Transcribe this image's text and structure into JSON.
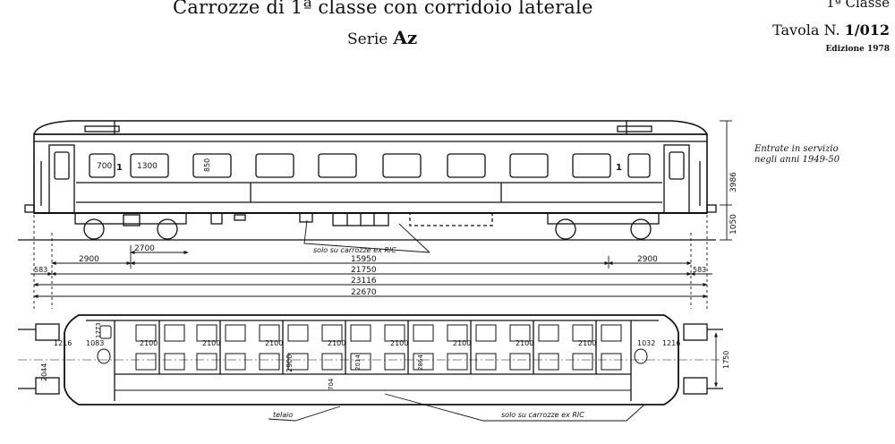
{
  "header": {
    "title": "Carrozze di 1ª classe con corridoio laterale",
    "series_label": "Serie",
    "series_code": "Az",
    "class_label": "1ª Classe",
    "table_label": "Tavola N.",
    "table_number": "1/012",
    "edition": "Edizione 1978"
  },
  "notes": {
    "service_line1": "Entrate in servizio",
    "service_line2": "negli anni 1949-50",
    "ric_side": "solo su carrozze ex RIC",
    "ric_plan": "solo su carrozze ex RIC",
    "frame": "telaio"
  },
  "side_view": {
    "class_numbers": [
      "1",
      "1"
    ],
    "window_width": "700",
    "window_pitch": "1300",
    "window_height": "850",
    "height_total": "3986",
    "floor_height": "1050"
  },
  "dimensions": {
    "bogie_offset": "2700",
    "end_left": "2900",
    "bogie_pitch": "15950",
    "end_right": "2900",
    "overhang_left": "583",
    "body_length": "21750",
    "overhang_right": "583",
    "buffer_length": "23116",
    "total_length": "22670"
  },
  "plan_view": {
    "vestibule_left": "1216",
    "toilet_left": "1083",
    "lav_left": "1773",
    "compartments": [
      "2100",
      "2100",
      "2100",
      "2100",
      "2100",
      "2100",
      "2100",
      "2100"
    ],
    "toilet_right": "1032",
    "vestibule_right": "1216",
    "width_left": "2044",
    "compartment_depth": "2900",
    "inner_width": "2014",
    "body_width": "2864",
    "corridor_width": "704",
    "width_right": "1750"
  }
}
